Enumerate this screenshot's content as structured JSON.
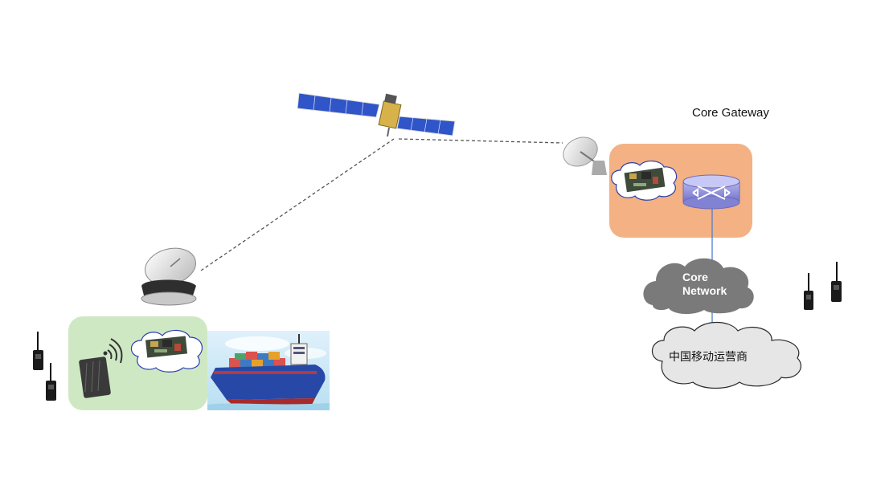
{
  "gateway": {
    "title": "Core Gateway"
  },
  "core_network": {
    "line1": "Core",
    "line2": "Network"
  },
  "carrier": {
    "label": "中国移动运营商"
  },
  "icons": [
    "satellite-icon",
    "dish-antenna-icon",
    "router-icon",
    "walkie-talkie-icon",
    "base-station-icon",
    "ship-icon",
    "cloud-icon",
    "circuit-board-icon"
  ],
  "colors": {
    "gateway_box": "#f4b183",
    "ship_box": "#cfe8c4",
    "core_cloud": "#7a7a7a",
    "carrier_cloud": "#e8e8e8",
    "router": "#8e8edb",
    "link": "#4a7fd0"
  }
}
